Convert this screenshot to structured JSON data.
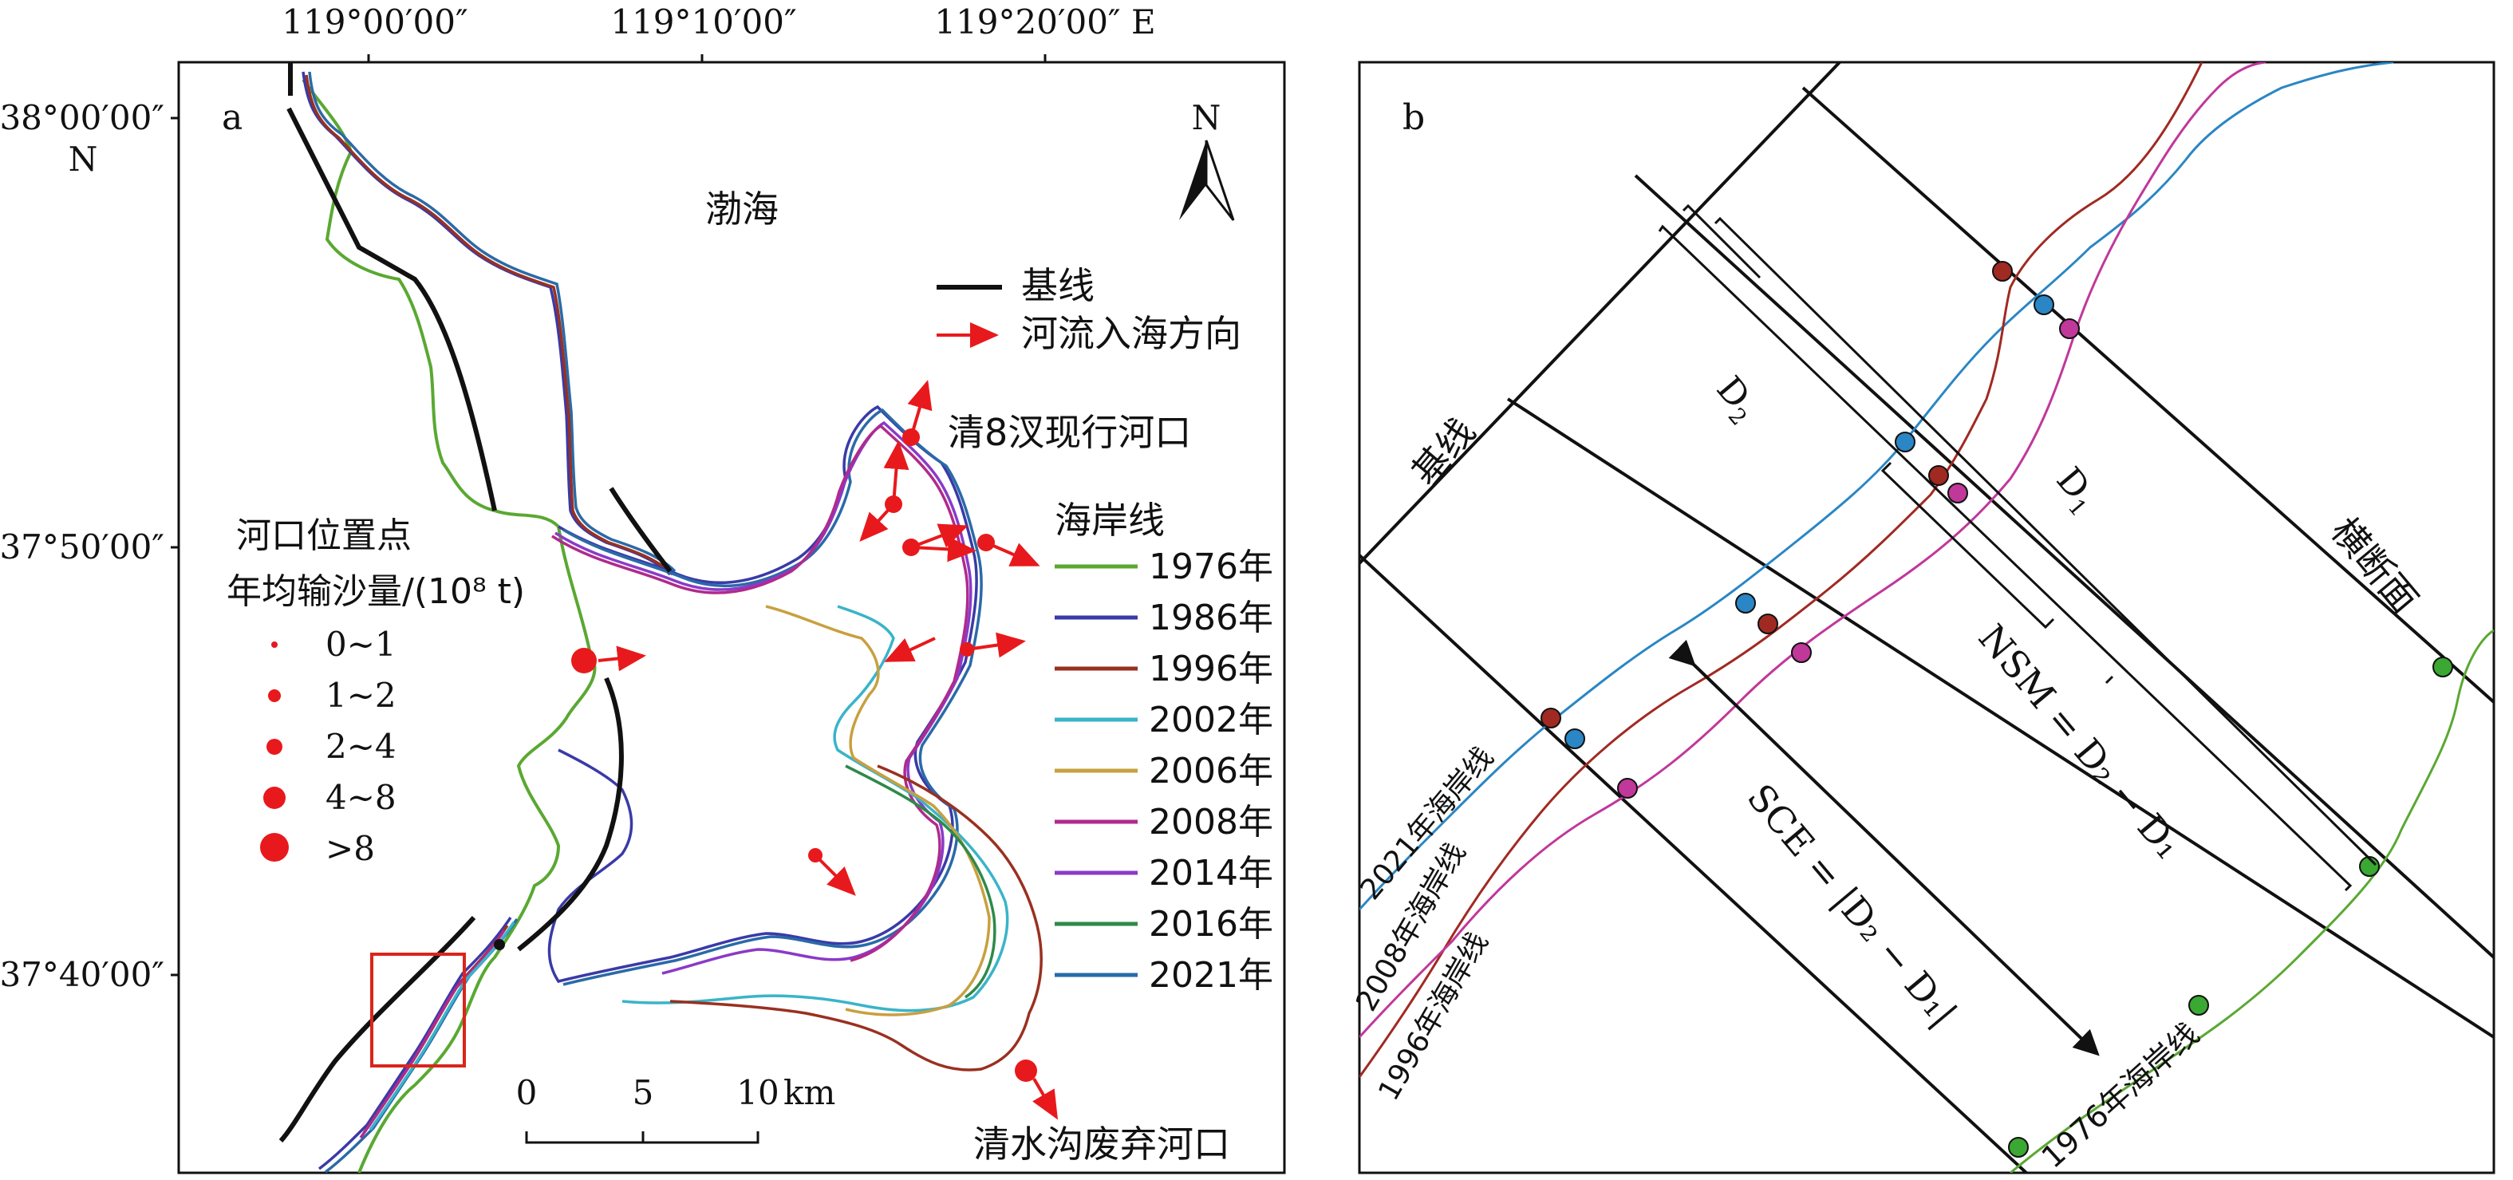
{
  "panel_a": {
    "label": "a",
    "lon_ticks": [
      "119°00′00″",
      "119°10′00″",
      "119°20′00″ E"
    ],
    "lat_ticks": [
      "38°00′00″",
      "37°50′00″",
      "37°40′00″"
    ],
    "lat_unit": "N",
    "sea_name": "渤海",
    "north_label": "N",
    "legend_lines": {
      "baseline": "基线",
      "flow": "河流入海方向"
    },
    "estuary_current": "清8汊现行河口",
    "estuary_abandoned": "清水沟废弃河口",
    "sediment_title_1": "河口位置点",
    "sediment_title_2": "年均输沙量/(10⁸ t)",
    "sediment_classes": [
      "0~1",
      "1~2",
      "2~4",
      "4~8",
      ">8"
    ],
    "shoreline_title": "海岸线",
    "shorelines": [
      {
        "year": "1976年",
        "color": "#5aa832"
      },
      {
        "year": "1986年",
        "color": "#3a3aa8"
      },
      {
        "year": "1996年",
        "color": "#9a3020"
      },
      {
        "year": "2002年",
        "color": "#3ab4c8"
      },
      {
        "year": "2006年",
        "color": "#c8a040"
      },
      {
        "year": "2008年",
        "color": "#b02a8c"
      },
      {
        "year": "2014年",
        "color": "#8a3ac8"
      },
      {
        "year": "2016年",
        "color": "#2e8a4a"
      },
      {
        "year": "2021年",
        "color": "#2a6aa8"
      }
    ],
    "scale_ticks": [
      "0",
      "5",
      "10"
    ],
    "scale_unit": "km"
  },
  "panel_b": {
    "label": "b",
    "baseline": "基线",
    "transect": "横断面",
    "d1": "D",
    "d1_sub": "1",
    "d2": "D",
    "d2_sub": "2",
    "nsm": "NSM = D₂ − D₁",
    "sce": "SCE = |D₂ − D₁|",
    "line_2021": "2021年海岸线",
    "line_2008": "2008年海岸线",
    "line_1996": "1996年海岸线",
    "line_1976": "1976年海岸线"
  },
  "colors": {
    "flow_arrow": "#e8191c",
    "baseline": "#111111",
    "dot_2021": "#2a86c4",
    "dot_1996": "#a02a22",
    "dot_2008": "#c0389a",
    "dot_1976": "#3aa832",
    "frame": "#111111"
  }
}
